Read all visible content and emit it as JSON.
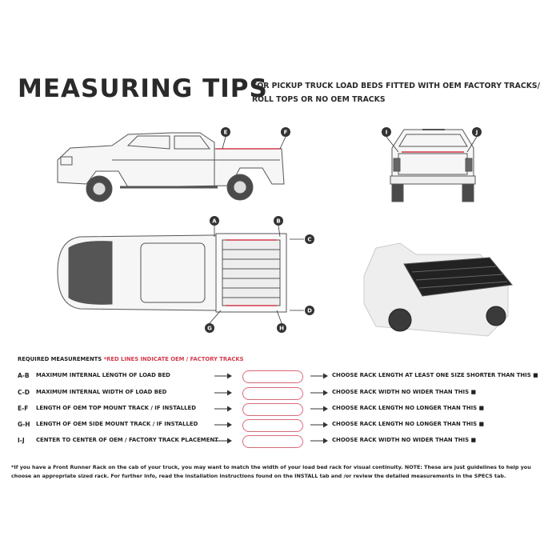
{
  "title": "MEASURING TIPS",
  "subtitle_line1": "FOR PICKUP TRUCK LOAD BEDS FITTED WITH OEM FACTORY TRACKS/",
  "subtitle_line2": "ROLL TOPS OR NO OEM TRACKS",
  "labels": {
    "a": "A",
    "b": "B",
    "c": "C",
    "d": "D",
    "e": "E",
    "f": "F",
    "g": "G",
    "h": "H",
    "i": "I",
    "j": "J"
  },
  "required": {
    "heading": "REQUIRED MEASUREMENTS",
    "note": "*RED LINES INDICATE OEM / FACTORY TRACKS"
  },
  "rows": [
    {
      "code": "A-B",
      "desc": "MAXIMUM  INTERNAL LENGTH OF LOAD BED",
      "choose": "CHOOSE RACK LENGTH AT LEAST ONE SIZE SHORTER THAN THIS ■"
    },
    {
      "code": "C-D",
      "desc": "MAXIMUM INTERNAL WIDTH OF LOAD BED",
      "choose": "CHOOSE RACK WIDTH NO WIDER THAN THIS ■"
    },
    {
      "code": "E-F",
      "desc": "LENGTH OF OEM TOP MOUNT TRACK / IF INSTALLED",
      "choose": "CHOOSE RACK LENGTH NO LONGER THAN THIS ■"
    },
    {
      "code": "G-H",
      "desc": "LENGTH OF OEM SIDE MOUNT TRACK / IF INSTALLED",
      "choose": "CHOOSE RACK LENGTH NO LONGER THAN THIS ■"
    },
    {
      "code": "I-J",
      "desc": "CENTER TO CENTER OF OEM / FACTORY TRACK PLACEMENT",
      "choose": "CHOOSE RACK WIDTH NO WIDER THAN THIS ■"
    }
  ],
  "footnote": "*If you have a Front Runner Rack on the cab of your truck, you may want to match the width of your load bed rack for visual continuity. NOTE: These are just guidelines to help you choose an appropriate sized rack. For further info, read the installation instructions found on the INSTALL tab and /or review the detailed measurements in the SPECS tab.",
  "colors": {
    "accent_red": "#d33a4a",
    "text": "#2a2a2a",
    "line": "#555555"
  }
}
